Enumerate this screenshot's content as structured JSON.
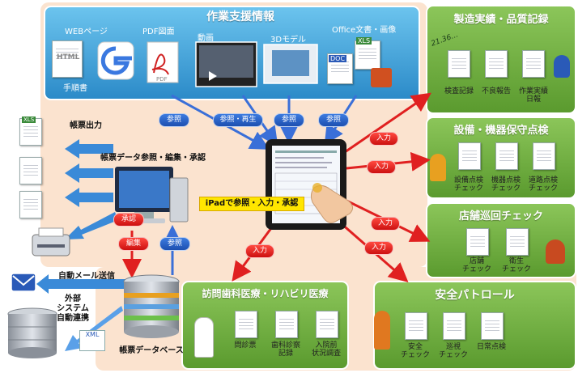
{
  "support": {
    "title": "作業支援情報",
    "web_label": "WEBページ",
    "manual_label": "手順書",
    "pdf_label": "PDF図面",
    "video_label": "動画",
    "model_label": "3Dモデル",
    "office_label": "Office文書・画像",
    "icon_labels": {
      "html": "HTML",
      "pdf": "PDF",
      "xls": "XLS",
      "doc": "DOC"
    }
  },
  "mfg": {
    "title": "製造実績・品質記録",
    "decoration": "21.36…",
    "items": [
      "検査記録",
      "不良報告",
      "作業実績\n日報"
    ]
  },
  "equip": {
    "title": "設備・機器保守点検",
    "items": [
      "設備点検\nチェック",
      "機器点検\nチェック",
      "道路点検\nチェック"
    ]
  },
  "store": {
    "title": "店舗巡回チェック",
    "items": [
      "店舗\nチェック",
      "衛生\nチェック"
    ]
  },
  "patrol": {
    "title": "安全パトロール",
    "items": [
      "安全\nチェック",
      "巡視\nチェック",
      "日常点検"
    ]
  },
  "dental": {
    "title": "訪問歯科医療・リハビリ医療",
    "items": [
      "問診票",
      "歯科診察\n記録",
      "入院前\n状況調査"
    ]
  },
  "center": {
    "ipad_label": "iPadで参照・入力・承認",
    "pc_label": "帳票データ参照・編集・承認",
    "output_label": "帳票出力",
    "mail_label": "自動メール送信",
    "external_label": "外部\nシステム\n自動連携",
    "db_label": "帳票データベース",
    "xml_label": "XML",
    "xls_label": "XLS"
  },
  "pills": {
    "ref1": "参照",
    "ref_play": "参照・再生",
    "ref3": "参照",
    "ref4": "参照",
    "input": "入力",
    "approve": "承認",
    "edit": "編集",
    "ref_db": "参照"
  },
  "colors": {
    "blue_panel": "#3aa2d6",
    "green_panel": "#6cab3a",
    "peach_bg": "#fbe3cf",
    "arrow_red": "#e02020",
    "arrow_blue": "#3a6fd8"
  }
}
